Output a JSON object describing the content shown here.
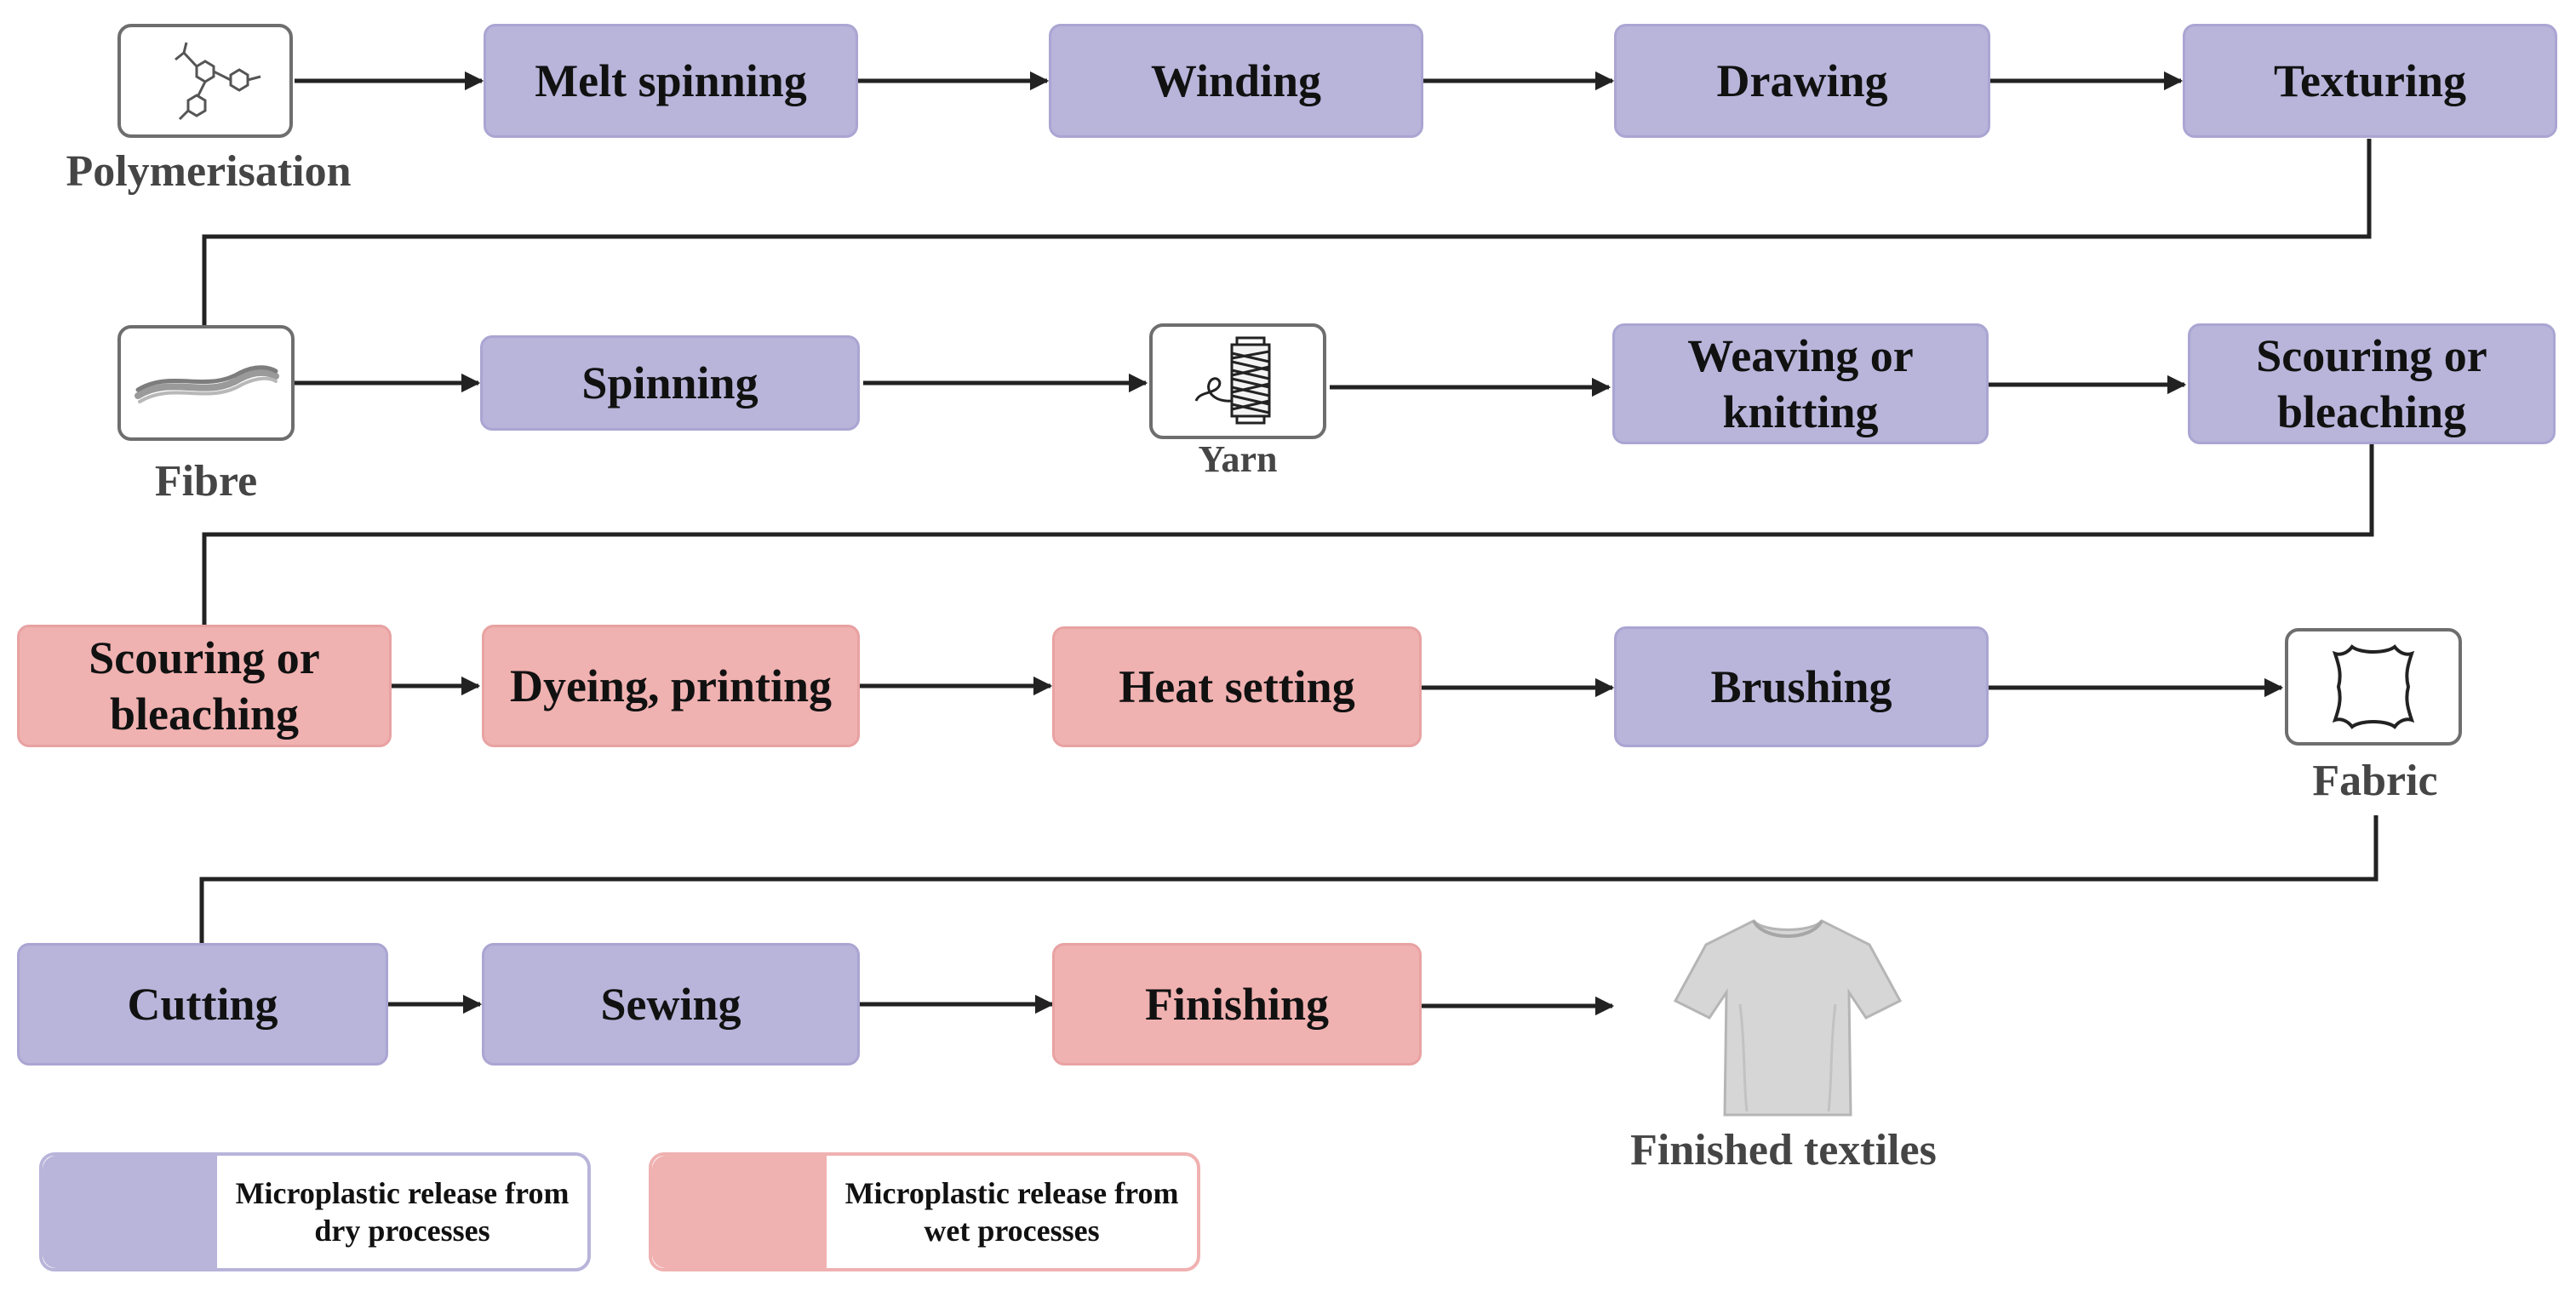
{
  "steps": {
    "melt_spinning": "Melt spinning",
    "winding": "Winding",
    "drawing": "Drawing",
    "texturing": "Texturing",
    "spinning": "Spinning",
    "weaving": "Weaving or knitting",
    "scouring_1": "Scouring or bleaching",
    "scouring_2": "Scouring or bleaching",
    "dyeing": "Dyeing, printing",
    "heat_setting": "Heat setting",
    "brushing": "Brushing",
    "cutting": "Cutting",
    "sewing": "Sewing",
    "finishing": "Finishing"
  },
  "materials": {
    "polymerisation": "Polymerisation",
    "fibre": "Fibre",
    "yarn": "Yarn",
    "fabric": "Fabric",
    "finished_textiles": "Finished textiles"
  },
  "legend": {
    "dry": "Microplastic release from dry processes",
    "wet": "Microplastic release from wet processes"
  },
  "colors": {
    "dry": "#b8b4da",
    "wet": "#f0b1b1",
    "line": "#222222"
  },
  "icons": [
    "molecule-icon",
    "fibre-icon",
    "thread-spool-icon",
    "leather-hide-icon",
    "tshirt-icon"
  ]
}
